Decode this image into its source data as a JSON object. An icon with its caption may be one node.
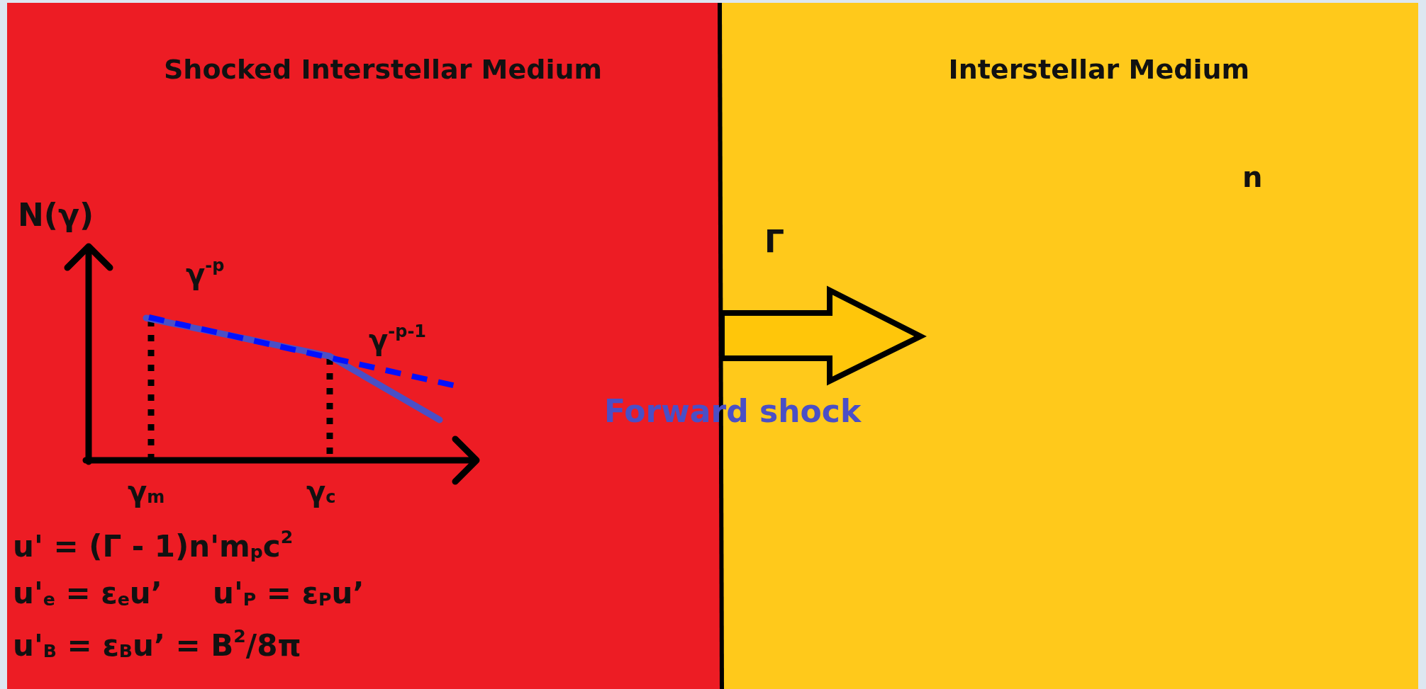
{
  "diagram": {
    "nodes": [
      {
        "text": [
          "Shocked Interstellar Medium"
        ]
      },
      {
        "text": [
          "Interstellar Medium"
        ]
      }
    ],
    "labels": [
      "n",
      "N(γ)",
      "Γ",
      "γ$^{-p}$",
      "γ$^{-p-1}$",
      "Forward shock",
      "γ$_{m}$",
      "γ$_{c}$",
      "u' = (Γ - 1)n'm$_{p}$c$^{2}$",
      "u'$_{e}$ = ε$_{e}$u’",
      "u'$_{P}$ = ε$_{P}$u’",
      "u'$_{B}$ = ε$_{B}$u’ = B$^{2}$/8π"
    ]
  }
}
